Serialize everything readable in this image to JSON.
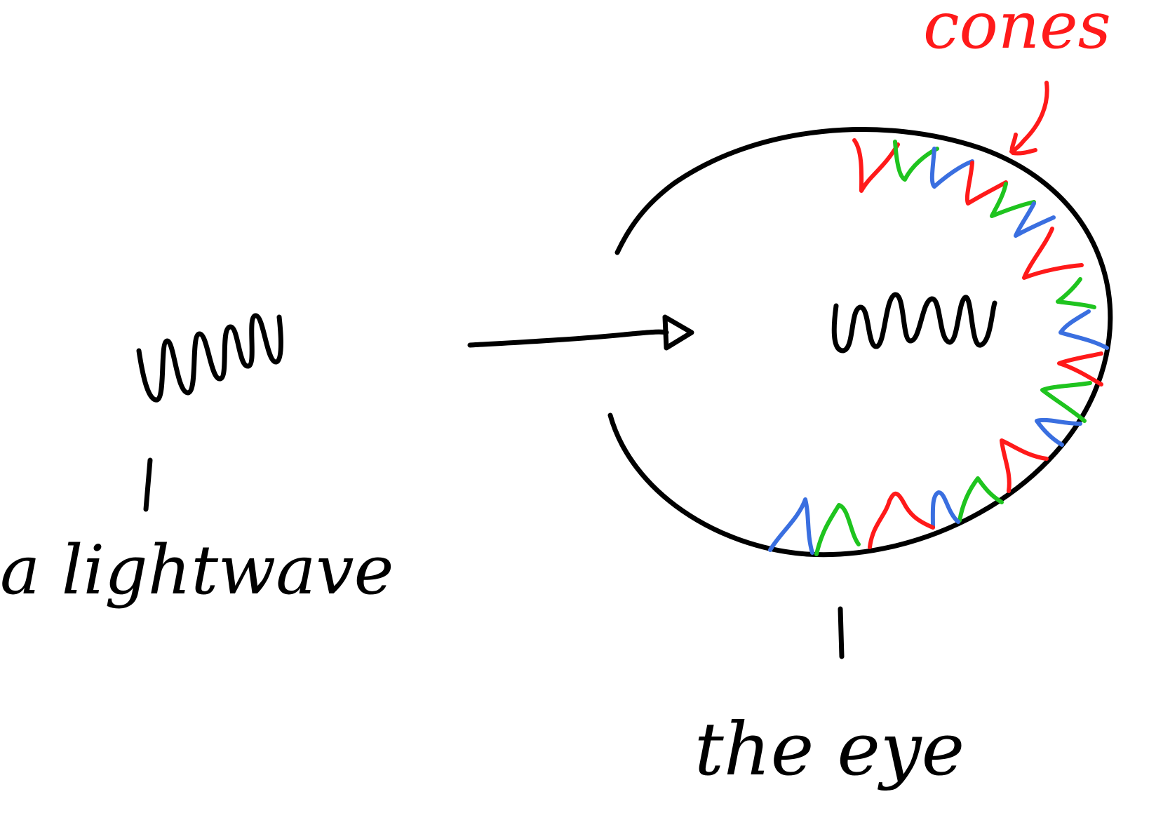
{
  "labels": {
    "lightwave": "a lightwave",
    "eye": "the eye",
    "cones": "cones"
  },
  "colors": {
    "ink": "#000000",
    "cones_label": "#ff1a1a",
    "cone_red": "#ff1a1a",
    "cone_green": "#1fc41f",
    "cone_blue": "#3a6fe0"
  }
}
